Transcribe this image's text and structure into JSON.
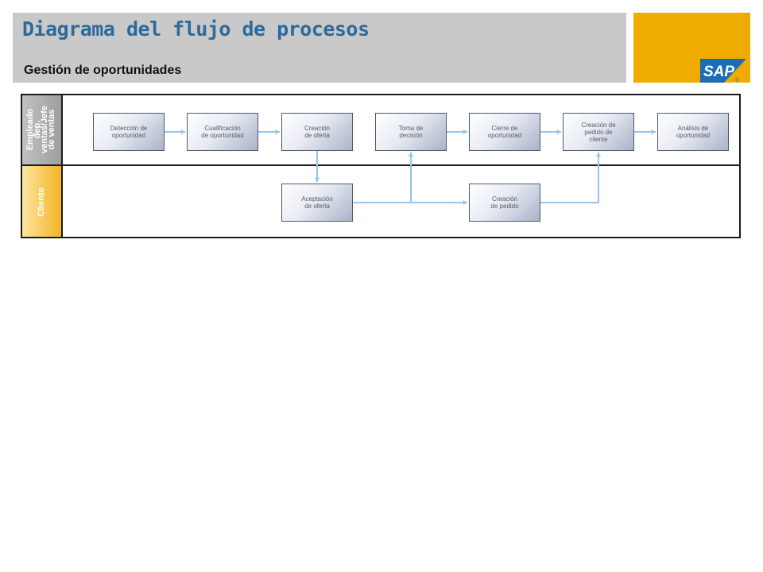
{
  "header": {
    "title": "Diagrama del flujo de procesos",
    "subtitle": "Gestión de oportunidades"
  },
  "brand": {
    "logo_text": "SAP",
    "registered_mark": "®",
    "color": "#f0ab00"
  },
  "colors": {
    "title": "#2b6a9c",
    "connector": "#99c4ec",
    "lane_employee": "#a8a8a8",
    "lane_client": "#f3b324"
  },
  "lanes": [
    {
      "id": "employee",
      "label": "Empleado\ndep.\nventas/Jefe\nde ventas"
    },
    {
      "id": "client",
      "label": "Cliente"
    }
  ],
  "steps": [
    {
      "id": "s1",
      "lane": "employee",
      "label": "Detección de\noportunidad"
    },
    {
      "id": "s2",
      "lane": "employee",
      "label": "Cualificación\nde oportunidad"
    },
    {
      "id": "s3",
      "lane": "employee",
      "label": "Creación\nde oferta"
    },
    {
      "id": "s4",
      "lane": "employee",
      "label": "Toma de\ndecisión"
    },
    {
      "id": "s5",
      "lane": "employee",
      "label": "Cierre de\noportunidad"
    },
    {
      "id": "s6",
      "lane": "employee",
      "label": "Creación de\npedido de\ncliente"
    },
    {
      "id": "s7",
      "lane": "employee",
      "label": "Análisis de\noportunidad"
    },
    {
      "id": "c1",
      "lane": "client",
      "label": "Aceptación\nde oferta"
    },
    {
      "id": "c2",
      "lane": "client",
      "label": "Creación\nde pedido"
    }
  ],
  "connections": [
    {
      "from": "s1",
      "to": "s2"
    },
    {
      "from": "s2",
      "to": "s3"
    },
    {
      "from": "s3",
      "to": "c1"
    },
    {
      "from": "c1",
      "to": "s4"
    },
    {
      "from": "c1",
      "to": "c2"
    },
    {
      "from": "s4",
      "to": "s5"
    },
    {
      "from": "s5",
      "to": "s6"
    },
    {
      "from": "c2",
      "to": "s6"
    },
    {
      "from": "s6",
      "to": "s7"
    }
  ]
}
